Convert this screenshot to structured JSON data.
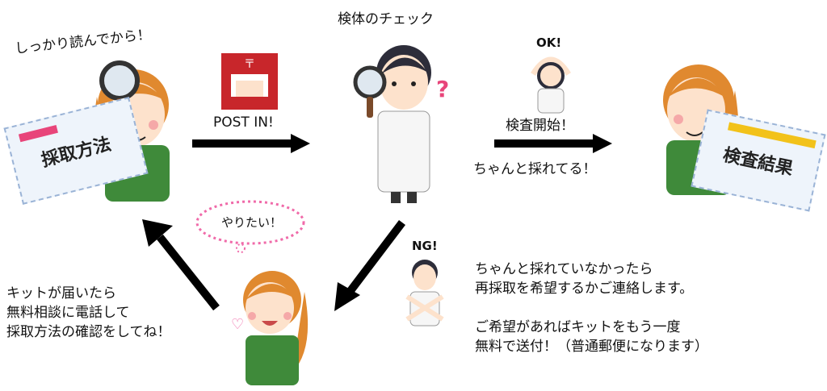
{
  "labels": {
    "read_carefully": "しっかり読んでから！",
    "specimen_check": "検体のチェック",
    "post_in": "POST IN!",
    "ok": "OK!",
    "start_test": "検査開始！",
    "collected_ok": "ちゃんと採れてる！",
    "want_to_do": "やりたい！",
    "ng": "NG!",
    "card_method": "採取方法",
    "card_result": "検査結果"
  },
  "notes": {
    "left": [
      "キットが届いたら",
      "無料相談に電話して",
      "採取方法の確認をしてね！"
    ],
    "right": [
      "ちゃんと採れていなかったら",
      "再採取を希望するかご連絡します。",
      "",
      "ご希望があればキットをもう一度",
      "無料で送付！（普通郵便になります）"
    ]
  },
  "colors": {
    "arrow": "#000000",
    "mailbox": "#c8262b",
    "apron": "#3f8a3a",
    "hair": "#e0892f",
    "pink_tag": "#e8457a",
    "yellow_tag": "#f2c21a",
    "bubble": "#f06aa9"
  },
  "icons": [
    "magnifier-icon",
    "mailbox-icon",
    "question-mark-icon",
    "heart-icon"
  ]
}
